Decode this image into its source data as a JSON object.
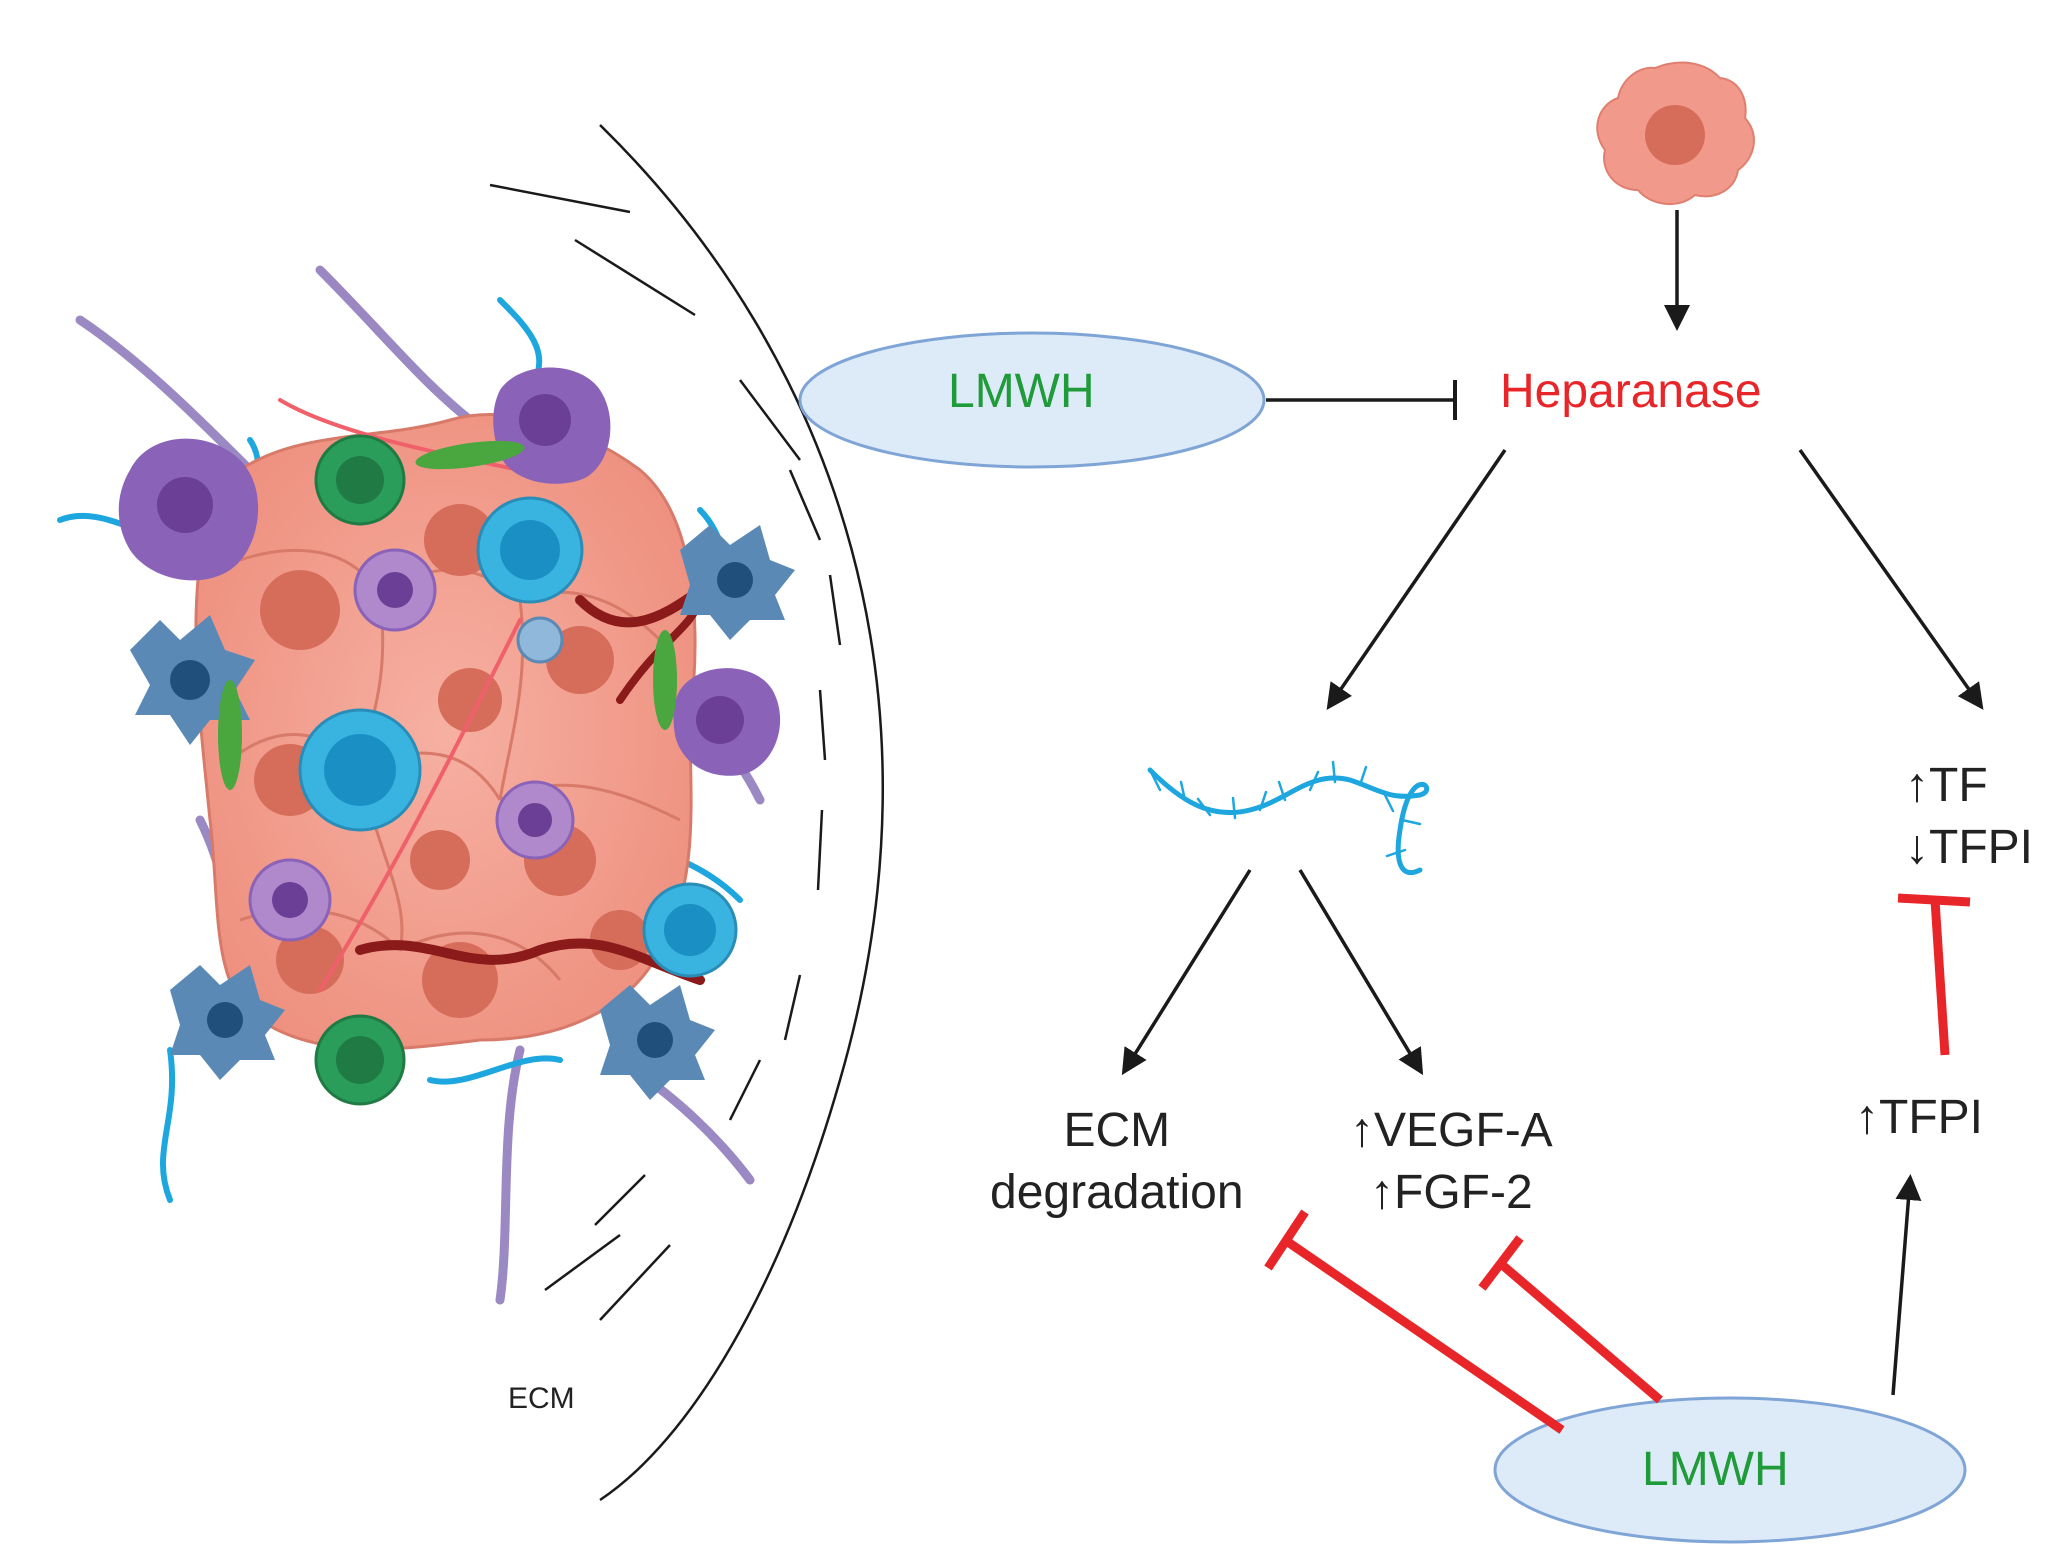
{
  "colors": {
    "inhibit_red": "#e8262a",
    "lmwh_green": "#1f9b3a",
    "ellipse_fill": "#ddeaf8",
    "ellipse_stroke": "#7fa4d6",
    "arrow": "#1a1a1a",
    "tumor_cell": "#f1998a",
    "nucleus": "#d66d5a",
    "immune_blue": "#39b3e0",
    "macrophage_purple": "#8a63b8",
    "t_cell_green": "#2a9d5a",
    "vessel": "#8b1a1a",
    "glycan_blue": "#1ea7df"
  },
  "left_panel": {
    "ecm_label": "ECM"
  },
  "top_lmwh": {
    "label": "LMWH"
  },
  "heparanase": {
    "label": "Heparanase"
  },
  "left_branch": {
    "ecm_degradation": [
      "ECM",
      "degradation"
    ],
    "growth_factors": [
      "↑VEGF-A",
      "↑FGF-2"
    ]
  },
  "right_branch": {
    "tf_lines": [
      "↑TF",
      "↓TFPI"
    ],
    "tfpi_up": "↑TFPI"
  },
  "bottom_lmwh": {
    "label": "LMWH"
  }
}
